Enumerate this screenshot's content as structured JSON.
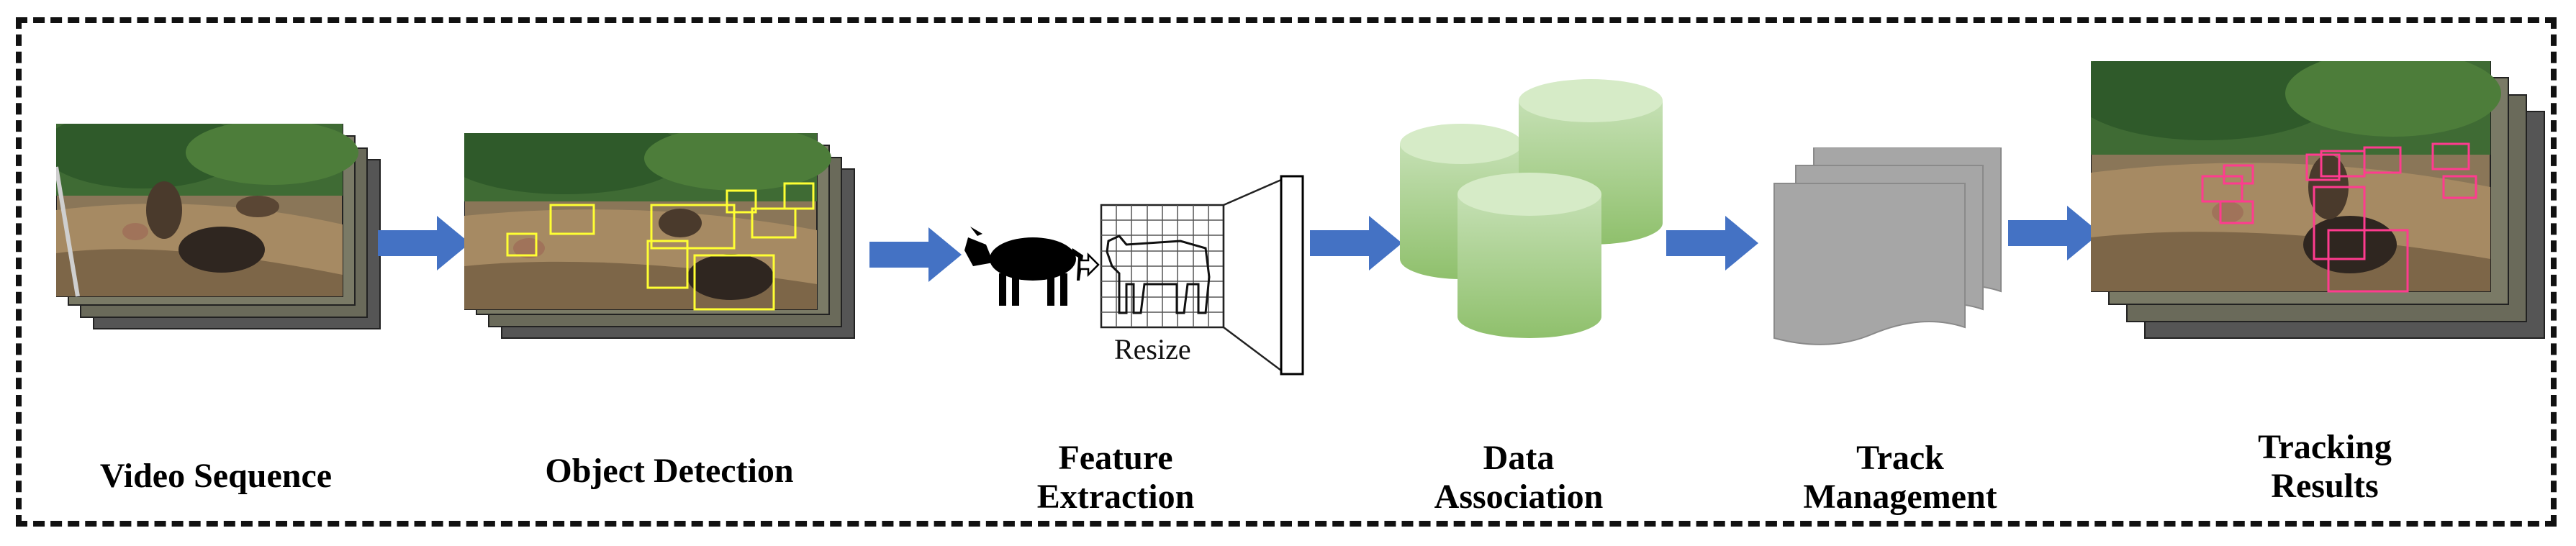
{
  "diagram": {
    "stages": [
      {
        "label": "Video Sequence"
      },
      {
        "label": "Object Detection"
      },
      {
        "label": "Feature\nExtraction"
      },
      {
        "label": "Data\nAssociation"
      },
      {
        "label": "Track\nManagement"
      },
      {
        "label": "Tracking\nResults"
      }
    ],
    "resize_label": "Resize"
  },
  "colors": {
    "arrow": "#4472c4",
    "database": "#a9d18e",
    "document": "#a6a6a6",
    "detection_box": "#ffff33",
    "tracking_box": "#ff3b8f"
  }
}
